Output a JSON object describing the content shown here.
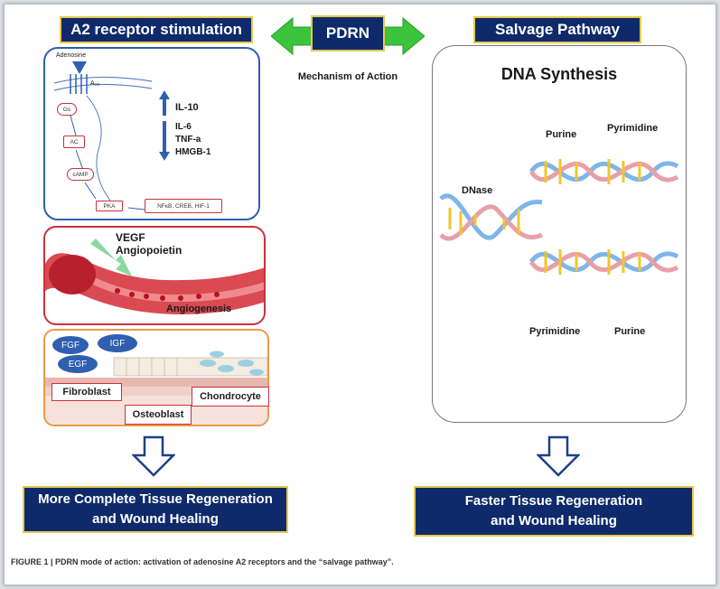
{
  "left_header": "A2 receptor stimulation",
  "center_label": "PDRN",
  "center_sub": "Mechanism of Action",
  "right_header": "Salvage Pathway",
  "pathway": {
    "adenosine": "Adenosine",
    "a2a": "A₂ₐ",
    "gs": "Gs",
    "ac": "AC",
    "camp": "cAMP",
    "pka": "PKA",
    "targets": "NFκB, CREB, HIF-1",
    "up": "IL-10",
    "down": [
      "IL-6",
      "TNF-a",
      "HMGB-1"
    ]
  },
  "angio": {
    "factors": [
      "VEGF",
      "Angiopoietin"
    ],
    "label": "Angiogenesis"
  },
  "tissue": {
    "growth_factors": [
      "FGF",
      "IGF",
      "EGF"
    ],
    "cells": [
      "Fibroblast",
      "Chondrocyte",
      "Osteoblast"
    ]
  },
  "dna": {
    "title": "DNA Synthesis",
    "labels": [
      "DNase",
      "Purine",
      "Pyrimidine",
      "Pyrimidine",
      "Purine"
    ]
  },
  "outcomes": {
    "left": [
      "More Complete Tissue Regeneration",
      "and Wound Healing"
    ],
    "right": [
      "Faster Tissue Regeneration",
      "and Wound Healing"
    ]
  },
  "caption": "FIGURE 1 | PDRN mode of action: activation of adenosine A2 receptors and the “salvage pathway”.",
  "colors": {
    "navy": "#0f2a6b",
    "gold": "#e8c84a",
    "green": "#3cc43c",
    "red": "#c8323c",
    "blue": "#2f5fb0",
    "orange": "#e89a4a"
  }
}
